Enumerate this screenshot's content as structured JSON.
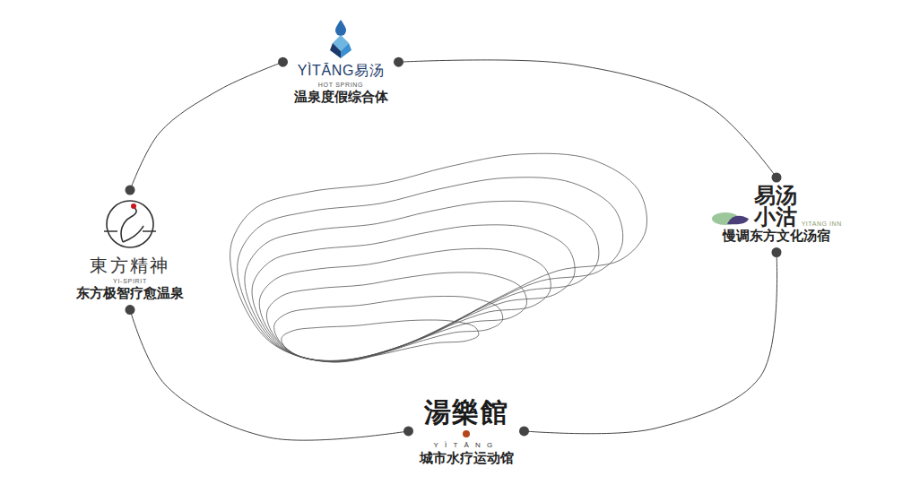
{
  "diagram": {
    "nodes": [
      {
        "text": [
          "YÌTĀNG易汤",
          "HOT SPRING",
          "温泉度假综合体"
        ]
      },
      {
        "text": [
          "易汤小沽",
          "YITANG INN",
          "慢调东方文化汤宿"
        ]
      },
      {
        "text": [
          "東方精神",
          "YI-SPIRIT",
          "东方极智疗愈温泉"
        ]
      },
      {
        "text": [
          "湯樂館",
          "YÌTĀNG",
          "城市水疗运动馆"
        ]
      }
    ],
    "edges": [
      {
        "from": 0,
        "to": 1,
        "arrow": "none"
      },
      {
        "from": 1,
        "to": 3,
        "arrow": "none"
      },
      {
        "from": 3,
        "to": 2,
        "arrow": "none"
      },
      {
        "from": 2,
        "to": 0,
        "arrow": "none"
      }
    ]
  }
}
